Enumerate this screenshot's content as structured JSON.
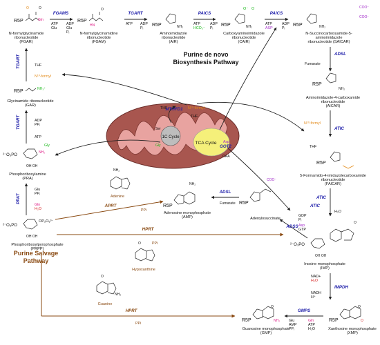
{
  "title": {
    "line1": "Purine de novo",
    "line2": "Biosynthesis Pathway"
  },
  "salvage_title": {
    "line1": "Purine Salvage",
    "line2": "Pathway"
  },
  "compounds": {
    "fgar": [
      "N-formylglycinamide",
      "ribonucleotide",
      "(FGAR)"
    ],
    "fgam": [
      "N-formylglycinamidine",
      "ribonucleotide",
      "(FGAM)"
    ],
    "air": [
      "Aminoimidazole",
      "ribonucleotide",
      "(AIR)"
    ],
    "cair": [
      "Carboxyaminoimidazole",
      "ribonucleotide",
      "(CAIR)"
    ],
    "saicar": [
      "N-Succinocarboxyamide-5-",
      "aminoimidazole",
      "ribonucleotide (SAICAR)"
    ],
    "aicar": [
      "Aminoimidazole-4-carboxamide",
      "ribonucleotide",
      "(AICAR)"
    ],
    "faicar": [
      "5-Formamido-4-imidazolecarboxamide",
      "ribonucleotide",
      "(FAICAR)"
    ],
    "imp": [
      "Inosine monophosphate",
      "(IMP)"
    ],
    "xmp": [
      "Xanthosine monophosphate",
      "(XMP)"
    ],
    "gmp": [
      "Guanosine monophosphate",
      "(GMP)"
    ],
    "amp": [
      "Adenosine monophosphate",
      "(AMP)"
    ],
    "adenylosuccinate": "Adenylosuccinate",
    "gar": [
      "Glycinamide ribonucleotide",
      "(GAR)"
    ],
    "pra": [
      "Phosphoribosylamine",
      "(PRA)"
    ],
    "prpp": [
      "Phosphoribosylpyrophosphate",
      "(PRPP)"
    ],
    "adenine": "Adenine",
    "hypoxanthine": "Hypoxanthine",
    "guanine": "Guanine"
  },
  "enzymes": {
    "fgams": "FGAMS",
    "tgart_top": "TGART",
    "paics_1": "PAICS",
    "paics_2": "PAICS",
    "adsl_1": "ADSL",
    "atic_1": "ATIC",
    "atic_2": "ATIC",
    "adss": "ADSS",
    "adsl_2": "ADSL",
    "impdh": "IMPDH",
    "gmps": "GMPS",
    "tgart_left_1": "TGART",
    "tgart_left_2": "TGART",
    "ppat": "PPAT",
    "aprt": "APRT",
    "hprt_1": "HPRT",
    "hprt_2": "HPRT",
    "mthfd1": "MTHFD1",
    "got2": "GOT2"
  },
  "cofactors": {
    "fgams_in": [
      "ATP",
      "Glu",
      "Gln"
    ],
    "fgams_out": [
      "ADP",
      "Glu",
      "Pᵢ"
    ],
    "tgart_top_in": "ATP",
    "tgart_top_out": [
      "ADP",
      "Pᵢ"
    ],
    "paics1_in": [
      "ATP",
      "HCO₃⁻"
    ],
    "paics1_out": [
      "ADP",
      "Pᵢ"
    ],
    "paics2_in": [
      "ATP",
      "ASP"
    ],
    "paics2_out": [
      "ADP",
      "Pᵢ"
    ],
    "fumarate_1": "Fumarate",
    "atic1_in": "N¹⁰-formyl",
    "atic1_thf": "THF",
    "h2o_1": "H₂O",
    "adss_in": [
      "GDP",
      "Pᵢ"
    ],
    "adss_out": [
      "Asp",
      "GTP"
    ],
    "fumarate_2": "Fumarate",
    "impdh_in": [
      "NAD+",
      "H₂O"
    ],
    "impdh_out": [
      "NADH",
      "H⁺"
    ],
    "gmps_in": [
      "Gln",
      "ATP",
      "H₂O"
    ],
    "gmps_out": [
      "Glu",
      "AMP",
      "PPᵢ"
    ],
    "tgart_l1_thf": "THF",
    "tgart_l1_formyl": "N¹⁰-formyl",
    "tgart_l2_in": [
      "ADP",
      "PPᵢ"
    ],
    "tgart_l2_out": "ATP",
    "ppat_in": [
      "Glu",
      "PPᵢ"
    ],
    "ppat_out": "Gln",
    "ppat_h2o": "H₂O",
    "aprt_ppi": "PPi",
    "hprt1_ppi": "PPi",
    "hprt2_ppi": "PPi",
    "thf_a": "THF",
    "thf_b": "THF",
    "n10_formyl": "N¹⁰-formyl-",
    "gly": "Gly"
  },
  "mito": {
    "one_c": "1C Cycle",
    "tca": "TCA Cycle",
    "ser": "Ser",
    "oaa": "OAA",
    "asp": "Asp"
  },
  "labels": {
    "r5p": "R5P",
    "phos": "²⁻O₃PO"
  },
  "colors": {
    "enzyme": "#1a1aa8",
    "salvage": "#8a4a12",
    "highlight_green": "#17b817",
    "highlight_pink": "#e0208a",
    "highlight_purple": "#a026c8",
    "highlight_orange": "#e38b1a",
    "highlight_red": "#d62020",
    "mito_outer": "#a8564f",
    "mito_inner": "#e8a3a0",
    "tca": "#f5f07a",
    "one_c": "#bdbdbd"
  }
}
